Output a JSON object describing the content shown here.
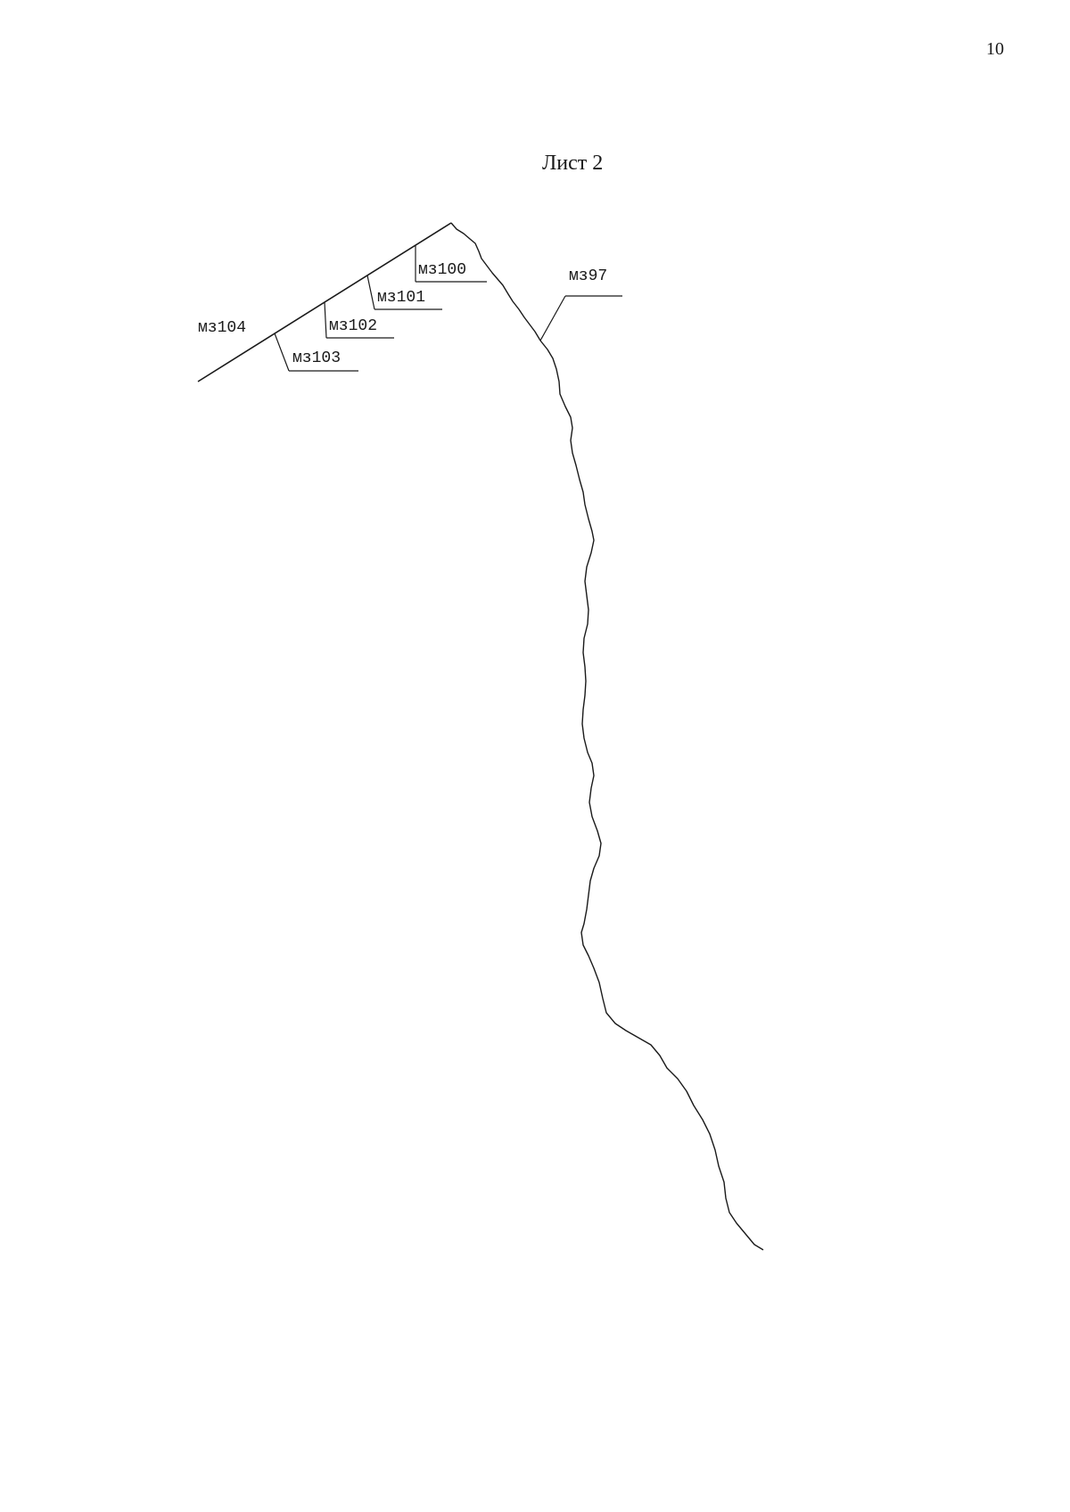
{
  "page": {
    "number": "10",
    "title": "Лист 2"
  },
  "labels": {
    "l100": "мз100",
    "l101": "мз101",
    "l102": "мз102",
    "l103": "мз103",
    "l104": "мз104",
    "l97": "мз97"
  },
  "colors": {
    "ink": "#1a1a1a"
  }
}
